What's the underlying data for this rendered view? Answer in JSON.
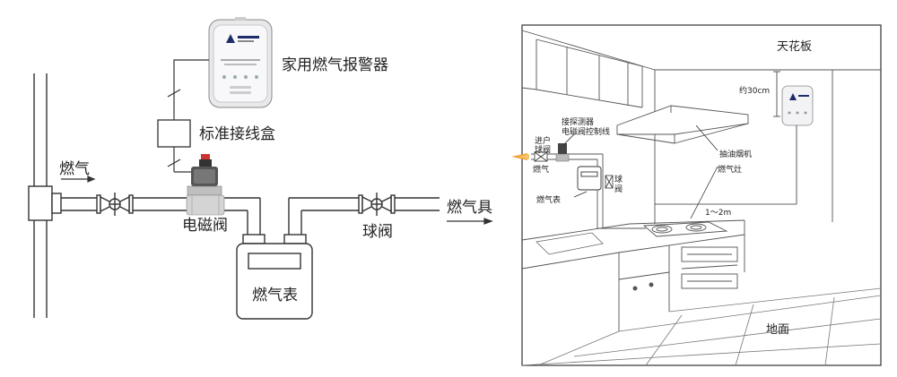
{
  "left": {
    "gas_in": "燃气",
    "junction_box": "标准接线盒",
    "alarm": "家用燃气报警器",
    "solenoid": "电磁阀",
    "meter": "燃气表",
    "ball_valve": "球阀",
    "appliance": "燃气具"
  },
  "right": {
    "ceiling": "天花板",
    "about_30cm": "约30cm",
    "detector_line_1": "接探测器",
    "detector_line_2": "电磁阀控制线",
    "inlet_valve_1": "进户",
    "inlet_valve_2": "球阀",
    "gas": "燃气",
    "meter": "燃气表",
    "ball_valve_1": "球",
    "ball_valve_2": "阀",
    "range_hood": "抽油烟机",
    "stove": "燃气灶",
    "distance": "1～2m",
    "floor": "地面"
  }
}
